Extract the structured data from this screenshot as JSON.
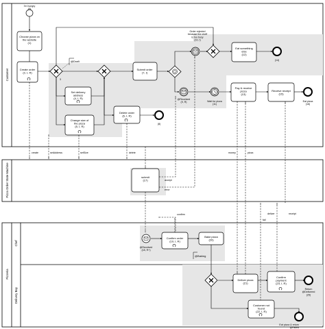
{
  "pools": {
    "customer": {
      "label": "Customer"
    },
    "state_machine": {
      "label": "Pizza Order State Machine"
    },
    "pizzeria": {
      "label": "Pizzeria",
      "lanes": {
        "chef": "Chef",
        "delivery_boy": "Delivery Boy"
      }
    }
  },
  "events": {
    "start_hungry": "I'm hungry\n(0)",
    "end_14": "(14)",
    "end_8": "(8)",
    "eat_pizza": "Eat pizza\n(16)",
    "wait_pizza": "Wait for pizza\n(11)",
    "received": "@Received\n(9, R)",
    "order_rejected": "Order rejected\nbecause the cheff\nis too busy\n(10, I)",
    "received_chef": "@Received\n(18, R+)",
    "return_delivered": "Return\n@Delivered\n(25)",
    "eat_failed": "Eat pizza & return\n@Failed\n(24)"
  },
  "tasks": {
    "choose_pizza": "Choose pizza on\nthe website\n(1)",
    "create_order": "Create order\n(2, I, R)",
    "set_delivery": "Set delivery\naddress\n(4, I, R)",
    "change_size": "Change size of\nthe pizza\n(5, I, R)",
    "delete_order": "Delete order\n(6, I, R)",
    "submit_order": "Submit order\n(7, I)",
    "eat_else": "Eat something\nelse\n(12)",
    "pay_receive": "Pay & receive\npizza\n(13)",
    "receive_receipt": "Receive receipt\n(15)",
    "submit": "submit\n(17)",
    "confirm_order": "Confirm order\n(19, I, R)",
    "bake_pizza": "Bake pizza\n(20)",
    "deliver_pizza": "Deliver pizza\n(21)",
    "confirm_payment": "Confirm\npayment\n(23, I, R)",
    "customer_not_found": "Customer not\nfound\n(22, I, R)"
  },
  "annotations": {
    "draft": "@Draft",
    "baking": "@Baking",
    "three": "3"
  },
  "flow_labels": {
    "create": "create",
    "set_address": "setAddress",
    "set_size": "setSize",
    "delete": "delete",
    "money": "money",
    "pizza": "pizza",
    "accept": "accept",
    "error": "error",
    "confirm": "confirm",
    "fail": "fail",
    "deliver": "deliver",
    "receipt": "receipt"
  }
}
